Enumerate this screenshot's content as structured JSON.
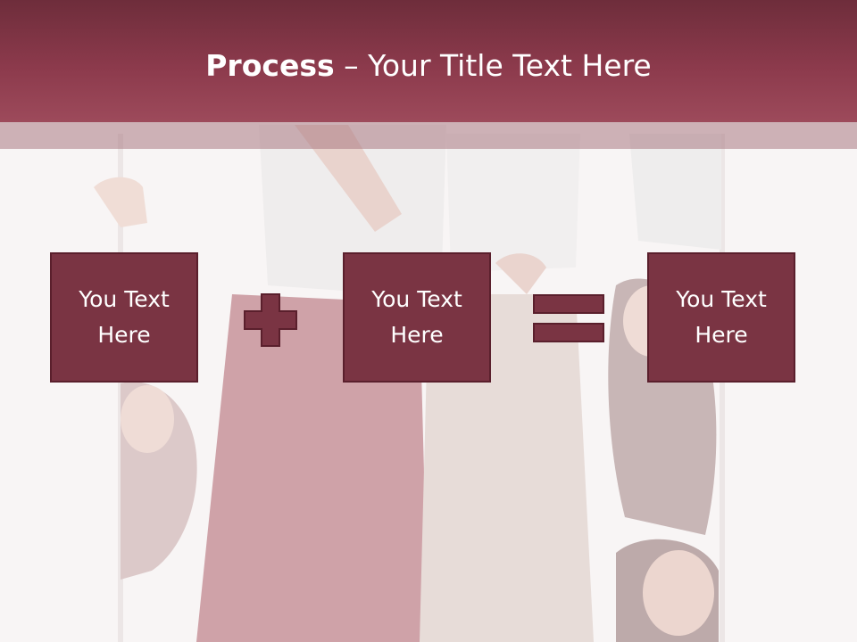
{
  "slide": {
    "title_bold": "Process",
    "title_rest": " – Your Title Text Here",
    "boxes": [
      {
        "text": "You Text Here"
      },
      {
        "text": "You Text Here"
      },
      {
        "text": "You Text Here"
      }
    ],
    "operators": [
      "plus-icon",
      "equals-icon"
    ],
    "colors": {
      "header": "#8c3a4c",
      "box_fill": "#7a3443",
      "box_border": "#5a1f2c",
      "text": "#ffffff"
    }
  }
}
